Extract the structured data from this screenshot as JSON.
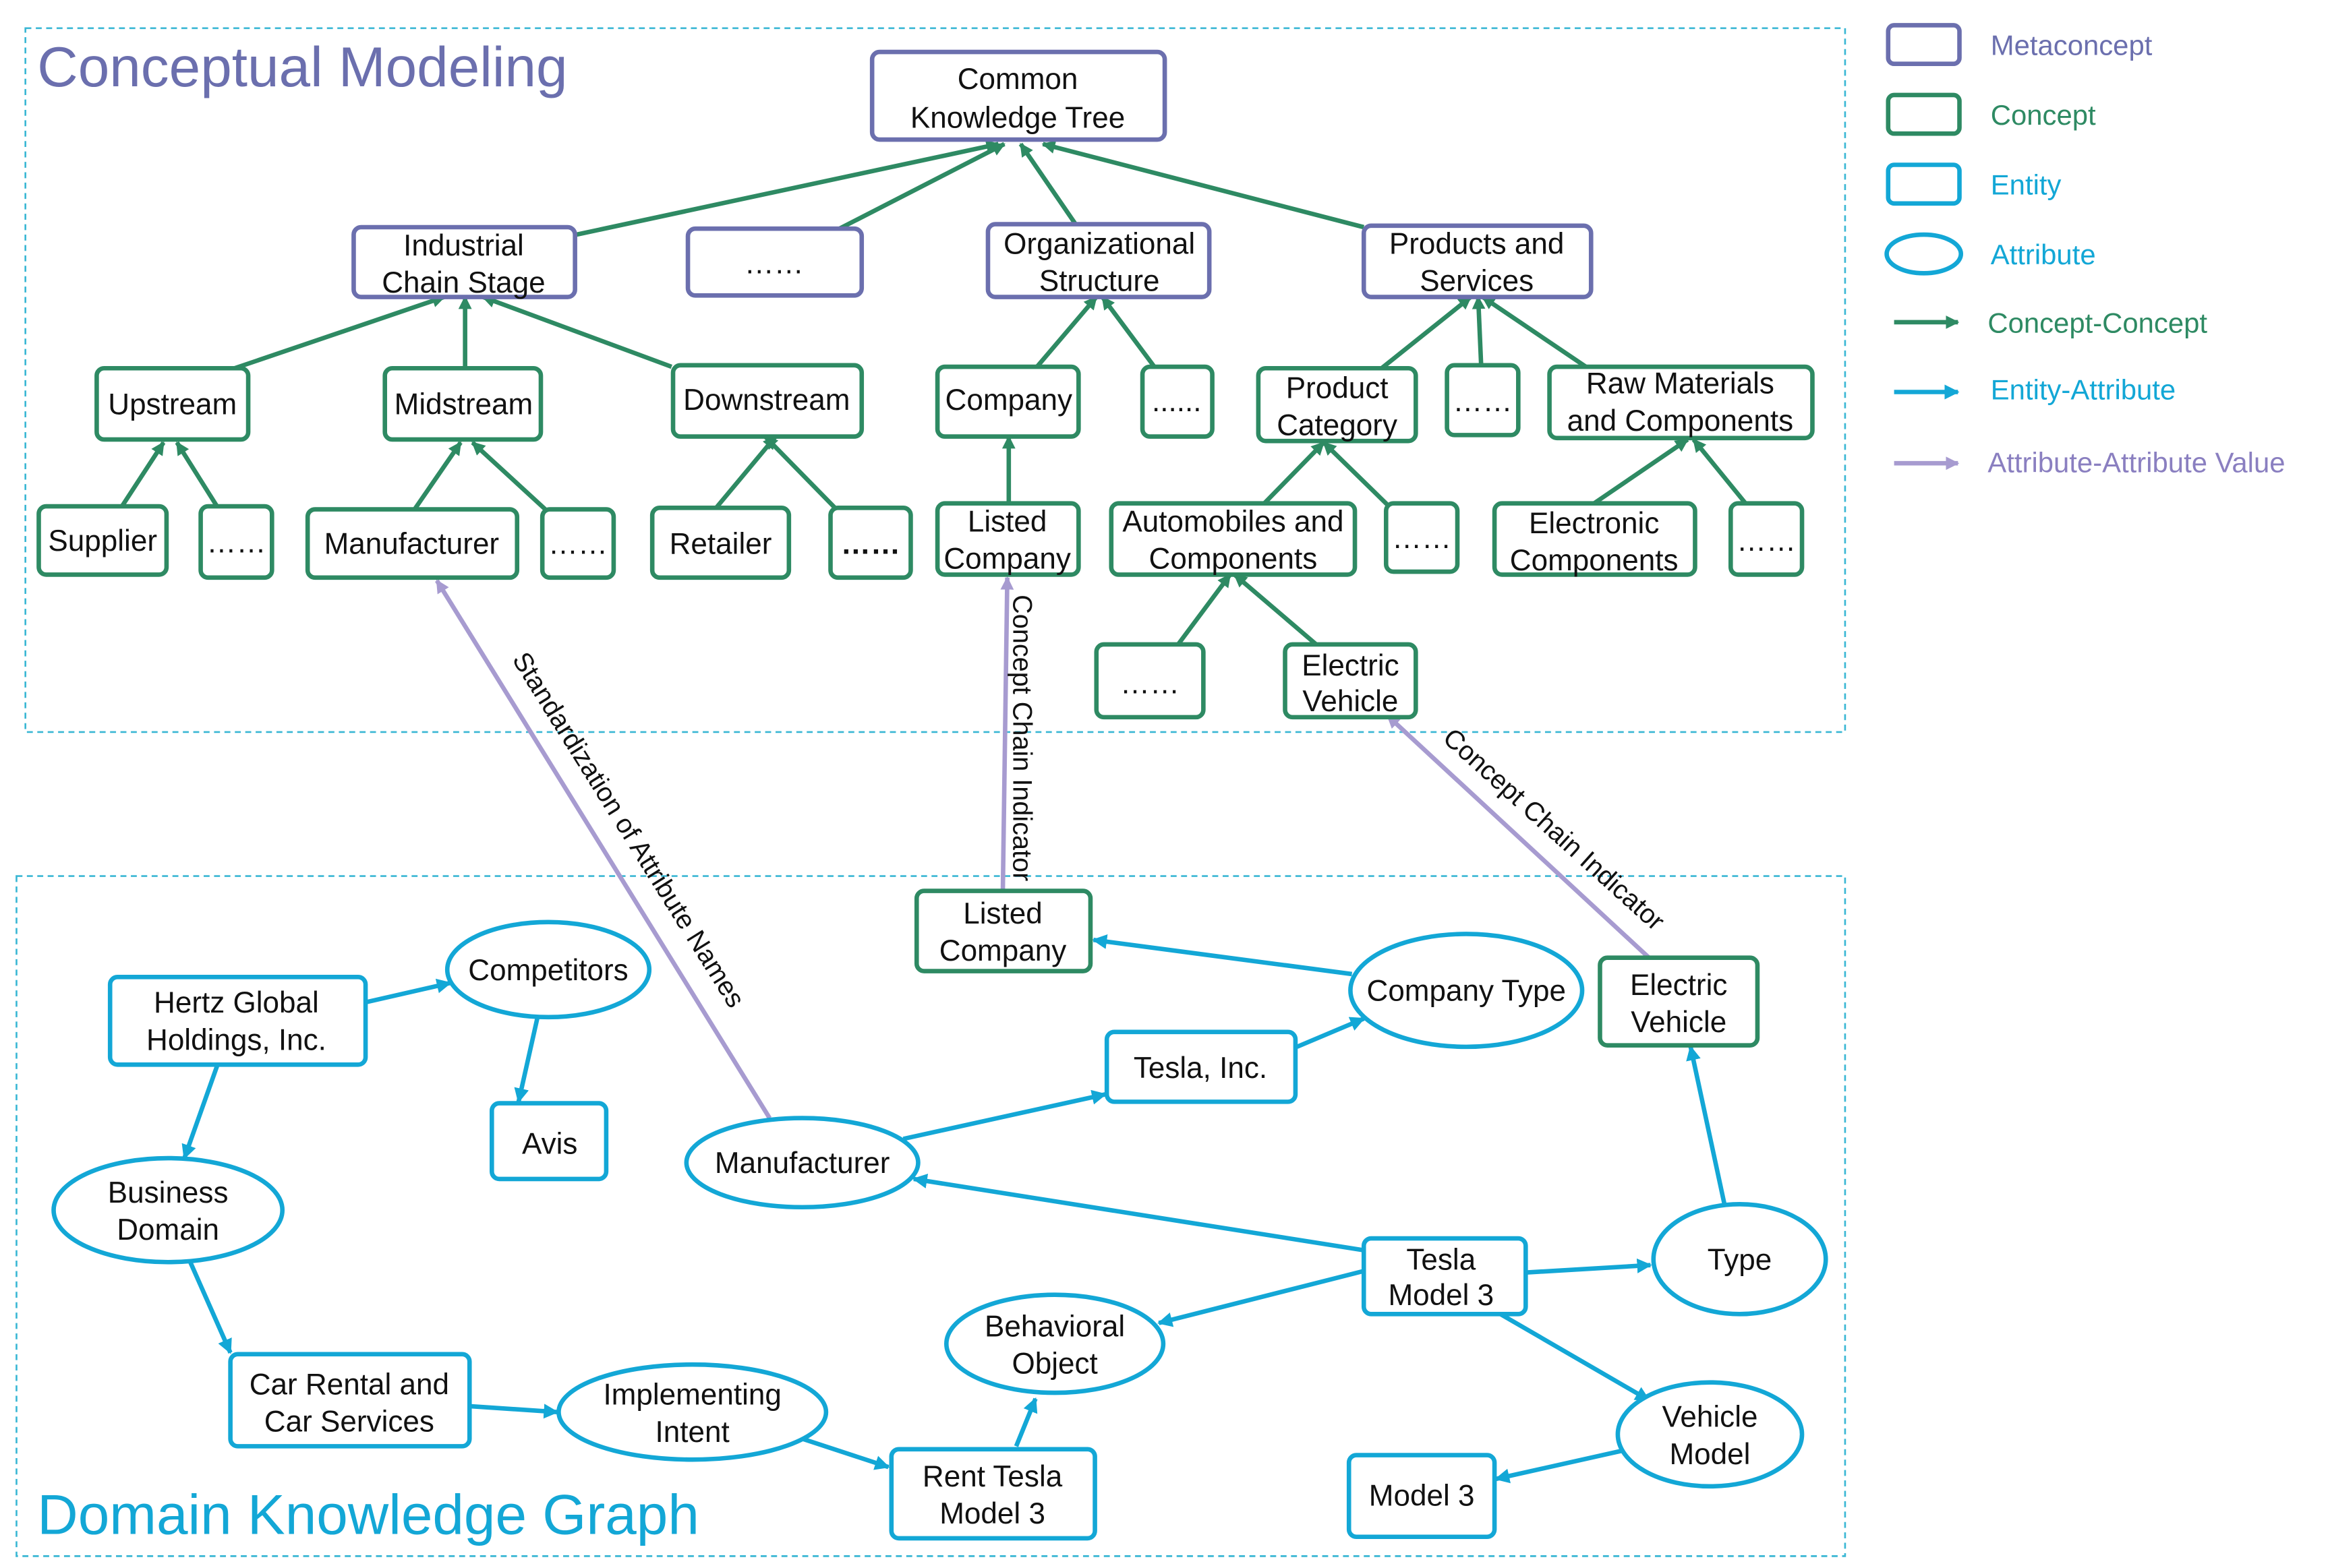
{
  "colors": {
    "metaconcept": "#6b6fae",
    "concept": "#2e8a63",
    "entity": "#13a7d6",
    "attribute_value_link": "#a79bd0",
    "region_border": "#3ab7d4",
    "title_concept": "#6b6fae",
    "title_domain": "#13a7d6"
  },
  "regions": {
    "conceptual_title": "Conceptual Modeling",
    "domain_title": "Domain Knowledge Graph"
  },
  "legend": {
    "metaconcept": "Metaconcept",
    "concept": "Concept",
    "entity": "Entity",
    "attribute": "Attribute",
    "concept_concept": "Concept-Concept",
    "entity_attribute": "Entity-Attribute",
    "attribute_value": "Attribute-Attribute Value"
  },
  "conceptual": {
    "root": [
      "Common",
      "Knowledge Tree"
    ],
    "industrial_chain_stage": [
      "Industrial",
      "Chain Stage"
    ],
    "meta_ellipsis": "……",
    "organizational_structure": [
      "Organizational",
      "Structure"
    ],
    "products_and_services": [
      "Products and",
      "Services"
    ],
    "upstream": "Upstream",
    "midstream": "Midstream",
    "downstream": "Downstream",
    "company": "Company",
    "company_ellipsis": "......",
    "product_category": [
      "Product",
      "Category"
    ],
    "ps_ellipsis": "……",
    "raw_materials": [
      "Raw Materials",
      "and Components"
    ],
    "supplier": "Supplier",
    "supplier_ellipsis": "……",
    "manufacturer": "Manufacturer",
    "manufacturer_ellipsis": "……",
    "retailer": "Retailer",
    "retailer_ellipsis": "……",
    "listed_company": [
      "Listed",
      "Company"
    ],
    "automobiles": [
      "Automobiles and",
      "Components"
    ],
    "auto_ellipsis": "……",
    "electronic_components": [
      "Electronic",
      "Components"
    ],
    "electronic_ellipsis": "……",
    "ev_ellipsis": "……",
    "electric_vehicle": [
      "Electric",
      "Vehicle"
    ]
  },
  "domain": {
    "hertz": [
      "Hertz Global",
      "Holdings, Inc."
    ],
    "competitors": "Competitors",
    "avis": "Avis",
    "business_domain": [
      "Business",
      "Domain"
    ],
    "car_rental": [
      "Car Rental and",
      "Car Services"
    ],
    "implementing_intent": [
      "Implementing",
      "Intent"
    ],
    "rent_tesla": [
      "Rent Tesla",
      "Model 3"
    ],
    "behavioral_object": [
      "Behavioral",
      "Object"
    ],
    "manufacturer": "Manufacturer",
    "tesla_inc": "Tesla, Inc.",
    "company_type": "Company Type",
    "listed_company": [
      "Listed",
      "Company"
    ],
    "electric_vehicle": [
      "Electric",
      "Vehicle"
    ],
    "tesla_model3": [
      "Tesla",
      "Model 3"
    ],
    "type": "Type",
    "vehicle_model": [
      "Vehicle",
      "Model"
    ],
    "model3": "Model 3"
  },
  "link_labels": {
    "standardization": "Standardization of Attribute Names",
    "chain_indicator_1": "Concept Chain Indicator",
    "chain_indicator_2": "Concept Chain Indicator"
  }
}
